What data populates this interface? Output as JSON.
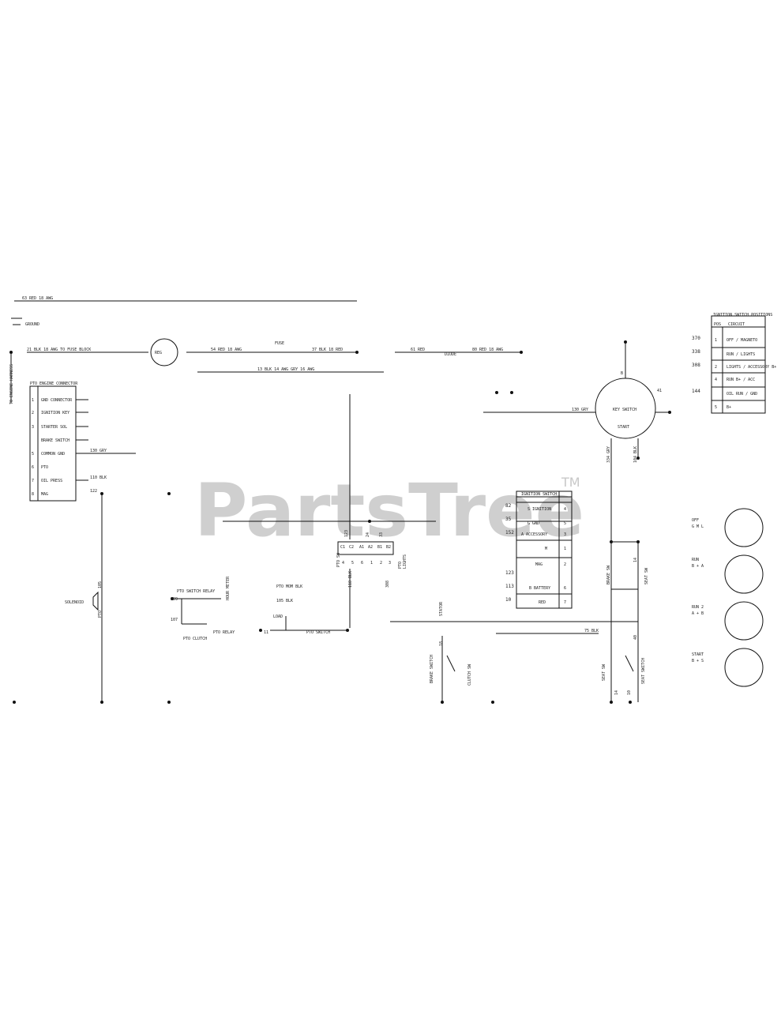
{
  "watermark": {
    "brand": "PartsTree",
    "trademark": "TM"
  },
  "header": {
    "wire_label": "63 RED 18 AWG",
    "ground_label": "GROUND"
  },
  "top_row": {
    "fuse_block": "21 BLK 18 AWG TO FUSE BLOCK",
    "regulator": "REG",
    "wire_b": "54 RED 18 AWG",
    "fuse": "FUSE",
    "wire_c": "37 BLK 18 RED",
    "wire_d": "61 RED",
    "diode": "DIODE",
    "wire_e": "80 RED 18 AWG",
    "mid_wire": "13 BLK 14 AWG GRY 16 AWG"
  },
  "left_connector": {
    "title": "PTO ENGINE CONNECTOR",
    "pins": [
      {
        "n": "1",
        "label": "GND CONNECTOR"
      },
      {
        "n": "2",
        "label": "IGNITION KEY"
      },
      {
        "n": "3",
        "label": "STARTER SOL"
      },
      {
        "n": "",
        "label": "BRAKE SWITCH"
      },
      {
        "n": "5",
        "label": "COMMON GND"
      },
      {
        "n": "6",
        "label": "PTO"
      },
      {
        "n": "7",
        "label": "OIL PRESS"
      },
      {
        "n": "8",
        "label": "MAG"
      }
    ],
    "vertical": "TO ENGINE HARNESS",
    "wire1": "130 GRY",
    "wire2": "110 BLK",
    "node": "122"
  },
  "solenoid": {
    "label": "SOLENOID",
    "num": "105",
    "hdr": "PTO"
  },
  "left_bottom": {
    "relay_title": "PTO SWITCH RELAY",
    "w1": "109",
    "w2": "107",
    "pto_label": "PTO CLUTCH",
    "relay": "PTO RELAY",
    "vert": "HOUR METER"
  },
  "center": {
    "relay_label": "PTO MOM BLK",
    "relay_sub": "105 BLK",
    "relay_c": "LOAD",
    "relay_d": "PTO SWITCH",
    "w1": "11",
    "w2": "118 BLK",
    "node1": "123",
    "node2": "24",
    "node3": "33",
    "node4": "308",
    "conn_top": [
      "C1",
      "C2",
      "A1",
      "A2",
      "B1",
      "B2"
    ],
    "conn_bottom": [
      "4",
      "5",
      "6",
      "1",
      "2",
      "3"
    ],
    "conn_label": "PTO SW",
    "side_a": "PTO",
    "side_b": "LIGHTS"
  },
  "mid_table": {
    "title": "IGNITION SWITCH",
    "rows": [
      {
        "wire": "82",
        "label": "S IGNITION",
        "pin": "4"
      },
      {
        "wire": "35",
        "label": "G GND",
        "pin": "5"
      },
      {
        "wire": "152",
        "label": "A ACCESSORY",
        "pin": "3"
      },
      {
        "wire": "",
        "label": "M",
        "pin": "1"
      },
      {
        "wire": "123",
        "label": "MAG",
        "pin": "2"
      },
      {
        "wire": "113",
        "label": "B BATTERY",
        "pin": "6"
      },
      {
        "wire": "10",
        "label": "RED",
        "pin": "7"
      }
    ]
  },
  "key_switch": {
    "w_in": "130 GRY",
    "w_right": "41",
    "w_down": "334 GRY",
    "w_down2": "104 BLK",
    "w_top": "B",
    "hub": "KEY SWITCH",
    "bottom": "START"
  },
  "right_table": {
    "title": "IGNITION SWITCH POSITIONS",
    "header": [
      "POS",
      "CIRCUIT"
    ],
    "rows": [
      {
        "wire": "370",
        "n": "1",
        "label": "OFF / MAGNETO"
      },
      {
        "wire": "338",
        "n": "",
        "label": "RUN / LIGHTS"
      },
      {
        "wire": "308",
        "n": "2",
        "label": "LIGHTS / ACCESSORY B+"
      },
      {
        "wire": "",
        "n": "4",
        "label": "RUN B+ / ACC"
      },
      {
        "wire": "144",
        "n": "",
        "label": "OIL RUN / GND"
      },
      {
        "wire": "",
        "n": "5",
        "label": "B+"
      }
    ]
  },
  "switch_positions": [
    {
      "label": "OFF",
      "sub": "G M L"
    },
    {
      "label": "RUN",
      "sub": "B + A"
    },
    {
      "label": "RUN 2",
      "sub": "A + B"
    },
    {
      "label": "START",
      "sub": "B + S"
    }
  ],
  "bottom_switches": {
    "brake_label": "BRAKE SWITCH",
    "seat_label": "SEAT SW",
    "clutch_label": "CLUTCH SW",
    "seat_switch_label": "SEAT SWITCH",
    "w1": "18",
    "w2": "14",
    "w3": "10",
    "w4": "14",
    "w5": "40",
    "wire_mid": "STATOR",
    "brake_sub": "BRAKE SW",
    "seat_sub": "SEAT SW",
    "w6": "75 BLK"
  }
}
